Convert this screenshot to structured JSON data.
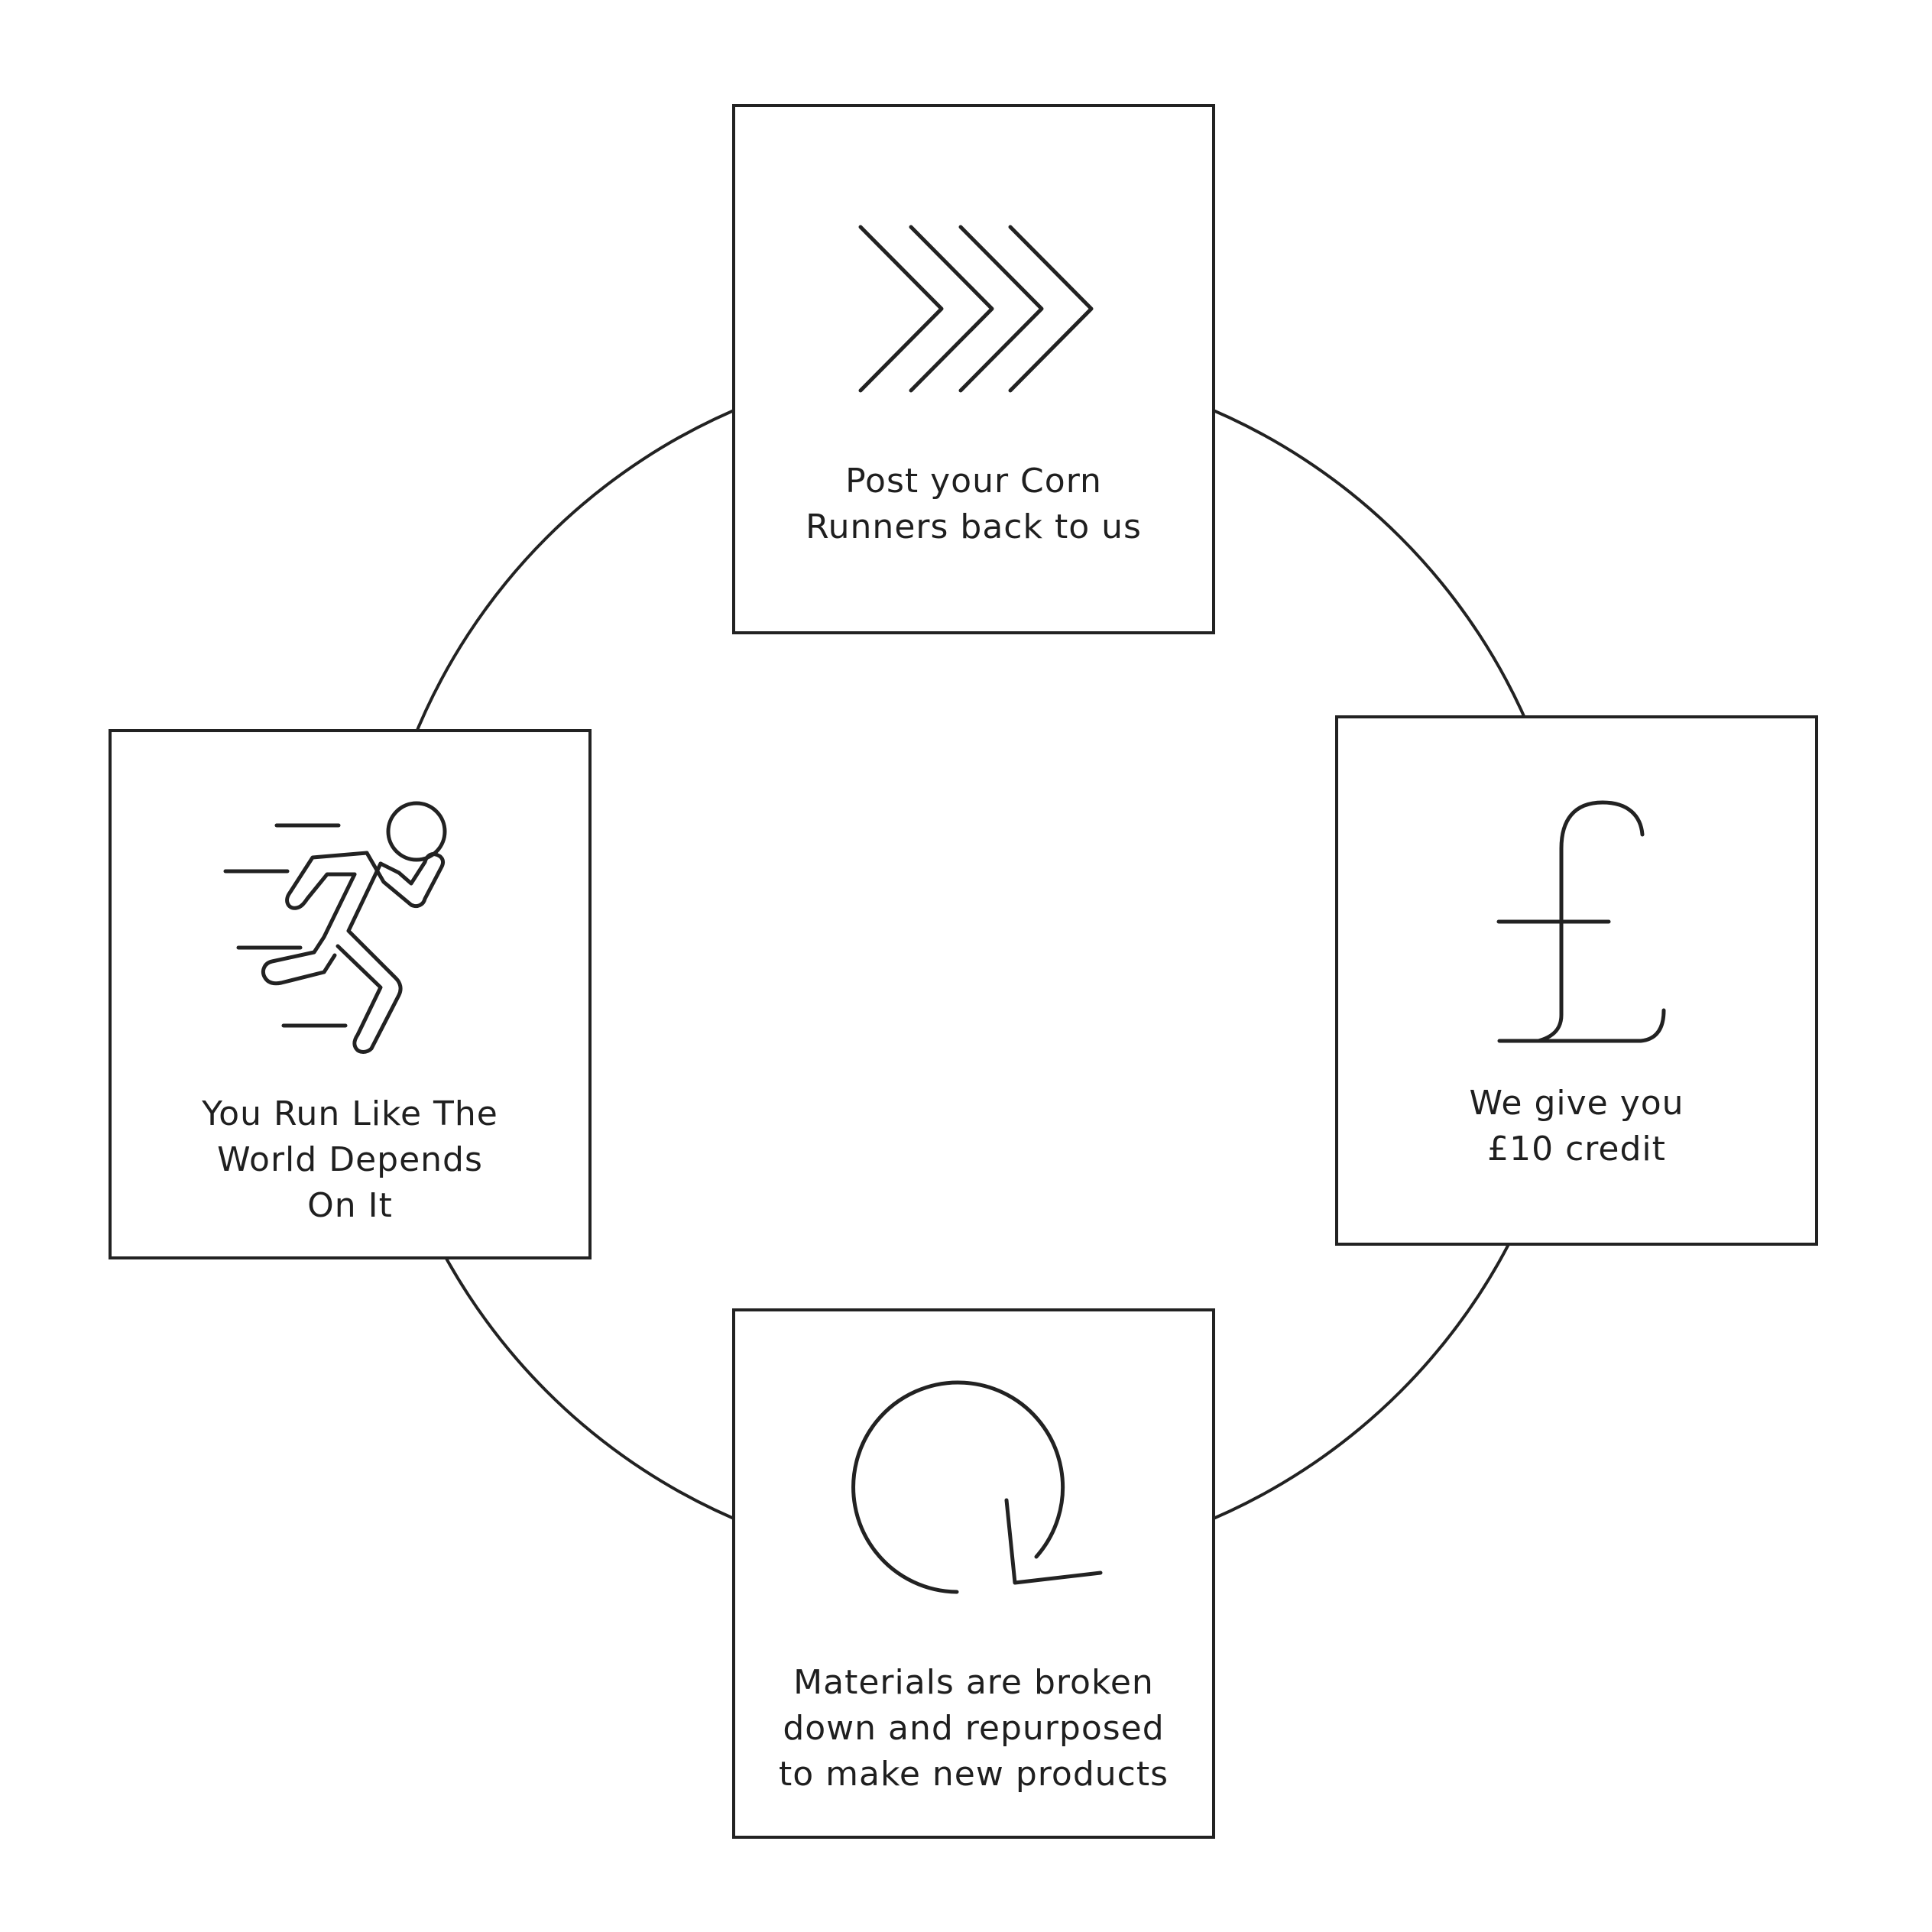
{
  "steps": {
    "top": {
      "label": "Post your Corn\nRunners back to us",
      "icon": "chevrons-right-icon"
    },
    "right": {
      "label": "We give you\n£10 credit",
      "icon": "pound-sign-icon"
    },
    "bottom": {
      "label": "Materials are broken\ndown and repurposed\nto make new products",
      "icon": "recycle-arrow-icon"
    },
    "left": {
      "label": "You Run Like The\nWorld Depends\nOn It",
      "icon": "running-person-icon"
    }
  },
  "colors": {
    "stroke": "#222222",
    "background": "#ffffff"
  }
}
